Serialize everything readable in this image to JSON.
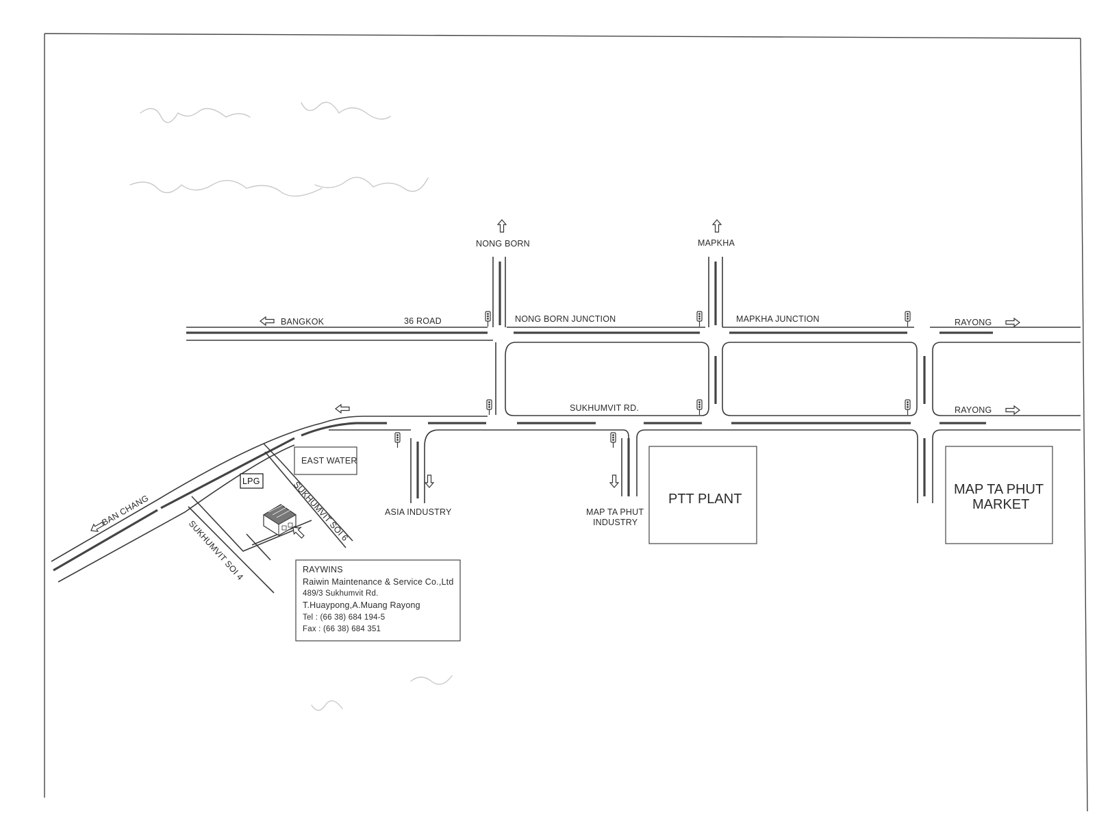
{
  "map": {
    "directions": {
      "nong_born": "NONG BORN",
      "mapkha": "MAPKHA",
      "bangkok": "BANGKOK",
      "rayong_top": "RAYONG",
      "rayong_bottom": "RAYONG",
      "ban_chang": "BAN CHANG",
      "asia_industry": "ASIA INDUSTRY",
      "map_ta_phut_industry_line1": "MAP TA PHUT",
      "map_ta_phut_industry_line2": "INDUSTRY"
    },
    "roads": {
      "road_36": "36 ROAD",
      "nong_born_junction": "NONG BORN JUNCTION",
      "mapkha_junction": "MAPKHA JUNCTION",
      "sukhumvit": "SUKHUMVIT RD.",
      "sukhumvit_soi_6": "SUKHUMVIT SOI 6",
      "sukhumvit_soi_4": "SUKHUMVIT SOI 4"
    },
    "places": {
      "east_water": "EAST WATER",
      "lpg": "LPG",
      "ptt_plant": "PTT PLANT",
      "map_ta_phut_market_line1": "MAP TA PHUT",
      "map_ta_phut_market_line2": "MARKET"
    },
    "company": {
      "name": "RAYWINS",
      "full_name": "Raiwin Maintenance & Service Co.,Ltd",
      "address_line1": "489/3 Sukhumvit Rd.",
      "address_line2": "T.Huaypong,A.Muang Rayong",
      "tel": "Tel : (66 38) 684 194-5",
      "fax": "Fax : (66 38) 684 351"
    },
    "icons": [
      "traffic-light-icon",
      "arrow-icon",
      "building-icon"
    ],
    "colors": {
      "line": "#3a3a3a",
      "background": "#ffffff",
      "pencil": "#c9c9c9"
    }
  }
}
